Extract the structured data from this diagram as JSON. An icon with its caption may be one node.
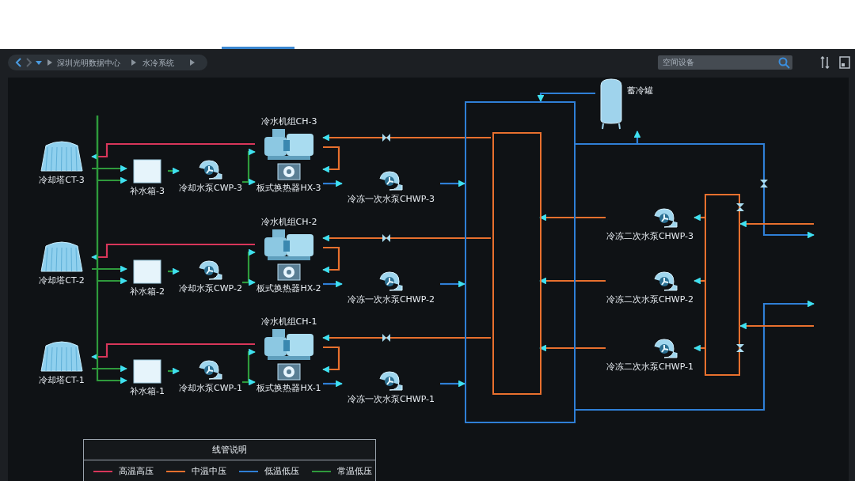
{
  "diagram": {
    "nodes": [
      {
        "text": [
          "冷却塔CT-3"
        ]
      },
      {
        "text": [
          "补水箱-3"
        ]
      },
      {
        "text": [
          "冷却水泵CWP-3"
        ]
      },
      {
        "text": [
          "冷水机组CH-3"
        ]
      },
      {
        "text": [
          "板式换热器HX-3"
        ]
      },
      {
        "text": [
          "冷冻一次水泵CHWP-3"
        ]
      },
      {
        "text": [
          "冷却塔CT-2"
        ]
      },
      {
        "text": [
          "补水箱-2"
        ]
      },
      {
        "text": [
          "冷却水泵CWP-2"
        ]
      },
      {
        "text": [
          "冷水机组CH-2"
        ]
      },
      {
        "text": [
          "板式换热器HX-2"
        ]
      },
      {
        "text": [
          "冷冻一次水泵CHWP-2"
        ]
      },
      {
        "text": [
          "冷却塔CT-1"
        ]
      },
      {
        "text": [
          "补水箱-1"
        ]
      },
      {
        "text": [
          "冷却水泵CWP-1"
        ]
      },
      {
        "text": [
          "冷水机组CH-1"
        ]
      },
      {
        "text": [
          "板式换热器HX-1"
        ]
      },
      {
        "text": [
          "冷冻一次水泵CHWP-1"
        ]
      },
      {
        "text": [],
        "shape": "box"
      },
      {
        "text": [],
        "shape": "box",
        "in": 18
      },
      {
        "text": [
          "蓄冷罐"
        ]
      },
      {
        "text": [
          "冷冻二次水泵CHWP-3"
        ]
      },
      {
        "text": [
          "冷冻二次水泵CHWP-2"
        ]
      },
      {
        "text": [
          "冷冻二次水泵CHWP-1"
        ]
      },
      {
        "text": [],
        "shape": "box"
      }
    ],
    "edges": [
      {
        "from": 3,
        "to": 0,
        "arrow": "to",
        "color": "#d8365a"
      },
      {
        "from": 0,
        "to": 1,
        "arrow": "to"
      },
      {
        "from": 1,
        "to": 2,
        "arrow": "to"
      },
      {
        "from": 2,
        "to": 3,
        "arrow": "to"
      },
      {
        "from": 2,
        "to": 4,
        "arrow": "to"
      },
      {
        "from": 3,
        "to": 4,
        "arrow": "to",
        "color": "#e8702e"
      },
      {
        "from": 19,
        "to": 3,
        "arrow": "to",
        "color": "#e8702e"
      },
      {
        "from": 4,
        "to": 5,
        "arrow": "to",
        "color": "#2f7fd6"
      },
      {
        "from": 5,
        "to": 18,
        "arrow": "to",
        "color": "#2f7fd6"
      },
      {
        "from": null,
        "to": 1,
        "arrow": "to"
      },
      {
        "from": 9,
        "to": 6,
        "arrow": "to",
        "color": "#d8365a"
      },
      {
        "from": 6,
        "to": 7,
        "arrow": "to"
      },
      {
        "from": 7,
        "to": 8,
        "arrow": "to"
      },
      {
        "from": 8,
        "to": 9,
        "arrow": "to"
      },
      {
        "from": 8,
        "to": 10,
        "arrow": "to"
      },
      {
        "from": 9,
        "to": 10,
        "arrow": "to",
        "color": "#e8702e"
      },
      {
        "from": 19,
        "to": 9,
        "arrow": "to",
        "color": "#e8702e"
      },
      {
        "from": 10,
        "to": 11,
        "arrow": "to",
        "color": "#2f7fd6"
      },
      {
        "from": 11,
        "to": 18,
        "arrow": "to",
        "color": "#2f7fd6"
      },
      {
        "from": null,
        "to": 7,
        "arrow": "to"
      },
      {
        "from": 15,
        "to": 12,
        "arrow": "to",
        "color": "#d8365a"
      },
      {
        "from": 12,
        "to": 13,
        "arrow": "to"
      },
      {
        "from": 13,
        "to": 14,
        "arrow": "to"
      },
      {
        "from": 14,
        "to": 15,
        "arrow": "to"
      },
      {
        "from": 14,
        "to": 16,
        "arrow": "to"
      },
      {
        "from": 15,
        "to": 16,
        "arrow": "to",
        "color": "#e8702e"
      },
      {
        "from": 19,
        "to": 15,
        "arrow": "to",
        "color": "#e8702e"
      },
      {
        "from": 16,
        "to": 17,
        "arrow": "to",
        "color": "#2f7fd6"
      },
      {
        "from": 17,
        "to": 18,
        "arrow": "to",
        "color": "#2f7fd6"
      },
      {
        "from": null,
        "to": 13,
        "arrow": "to"
      },
      {
        "from": 20,
        "to": 18,
        "arrow": "to",
        "color": "#2f7fd6"
      },
      {
        "from": 18,
        "to": 20,
        "arrow": "to",
        "color": "#2f7fd6"
      },
      {
        "from": 18,
        "to": null,
        "arrow": "to",
        "color": "#2f7fd6"
      },
      {
        "from": 18,
        "to": null,
        "arrow": "to",
        "color": "#2f7fd6"
      },
      {
        "from": 24,
        "to": 21,
        "arrow": "to",
        "color": "#e8702e"
      },
      {
        "from": 21,
        "to": 19,
        "arrow": "to",
        "color": "#e8702e"
      },
      {
        "from": 24,
        "to": 22,
        "arrow": "to",
        "color": "#e8702e"
      },
      {
        "from": 22,
        "to": 19,
        "arrow": "to",
        "color": "#e8702e"
      },
      {
        "from": 24,
        "to": 23,
        "arrow": "to",
        "color": "#e8702e"
      },
      {
        "from": 23,
        "to": 19,
        "arrow": "to",
        "color": "#e8702e"
      },
      {
        "from": null,
        "to": 24,
        "arrow": "to",
        "color": "#e8702e"
      },
      {
        "from": null,
        "to": 24,
        "arrow": "to",
        "color": "#e8702e"
      }
    ],
    "labels": [
      "深圳光明数据中心",
      "水冷系统",
      "空间设备",
      "线管说明"
    ],
    "legend": [
      {
        "text": "高温高压",
        "color": "#d8365a"
      },
      {
        "text": "中温中压",
        "color": "#e8702e"
      },
      {
        "text": "低温低压",
        "color": "#2f7fd6"
      },
      {
        "text": "常温低压",
        "color": "#2f9a3c"
      }
    ]
  }
}
